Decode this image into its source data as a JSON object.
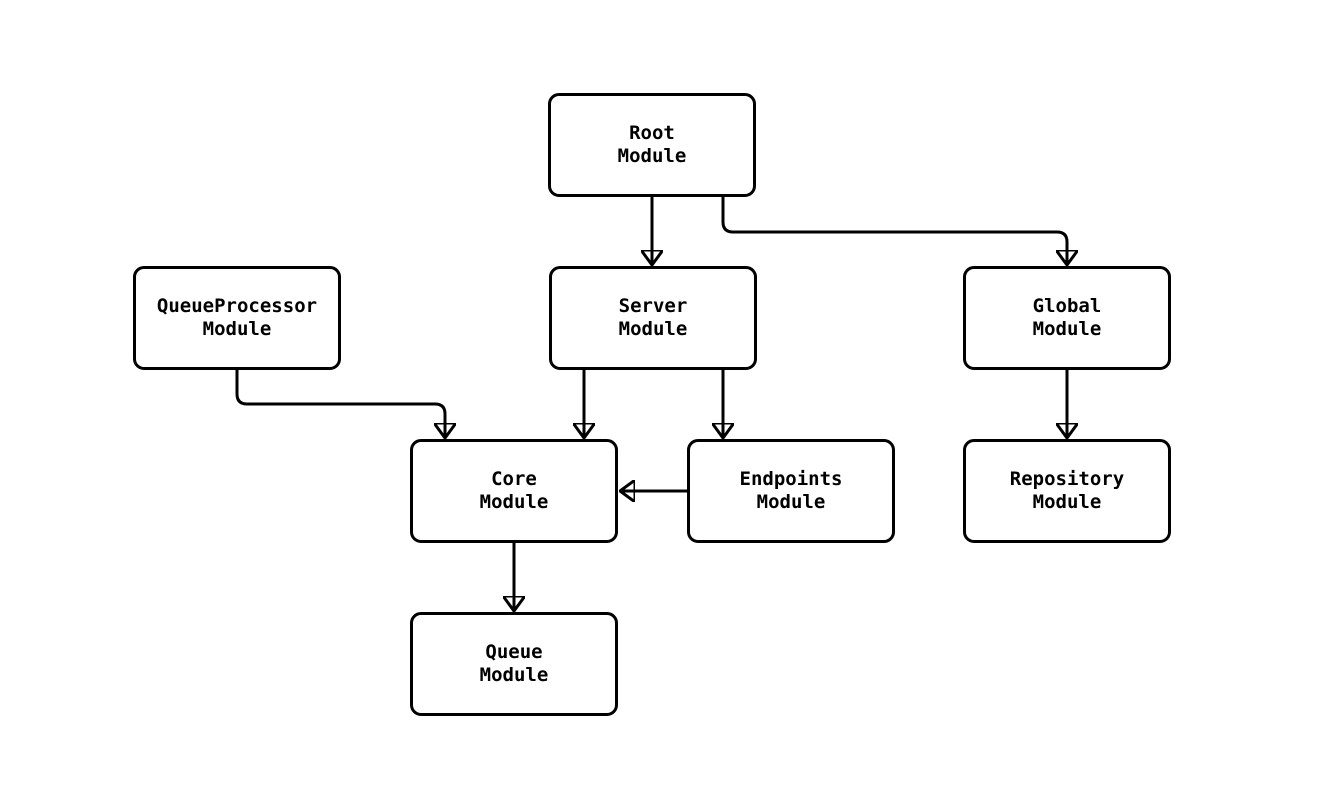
{
  "diagram": {
    "type": "flowchart",
    "background_color": "#ffffff",
    "node_fill_color": "#ffffff",
    "node_border_color": "#000000",
    "text_color": "#000000",
    "edge_color": "#000000",
    "nodes": [
      {
        "id": "root",
        "label": "Root\nModule"
      },
      {
        "id": "queueprocessor",
        "label": "QueueProcessor\nModule"
      },
      {
        "id": "server",
        "label": "Server\nModule"
      },
      {
        "id": "global",
        "label": "Global\nModule"
      },
      {
        "id": "core",
        "label": "Core\nModule"
      },
      {
        "id": "endpoints",
        "label": "Endpoints\nModule"
      },
      {
        "id": "repository",
        "label": "Repository\nModule"
      },
      {
        "id": "queue",
        "label": "Queue\nModule"
      }
    ],
    "edges": [
      {
        "from": "root",
        "to": "server"
      },
      {
        "from": "root",
        "to": "global"
      },
      {
        "from": "queueprocessor",
        "to": "core"
      },
      {
        "from": "server",
        "to": "core"
      },
      {
        "from": "server",
        "to": "endpoints"
      },
      {
        "from": "endpoints",
        "to": "core"
      },
      {
        "from": "global",
        "to": "repository"
      },
      {
        "from": "core",
        "to": "queue"
      }
    ]
  }
}
